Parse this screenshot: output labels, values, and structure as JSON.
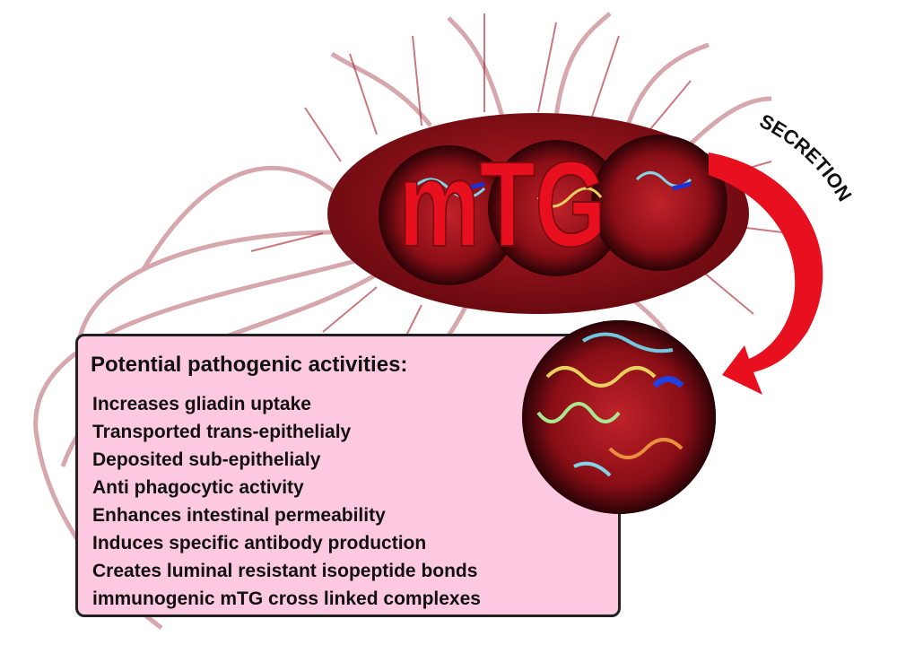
{
  "bacterium": {
    "label": "mTG"
  },
  "arrow": {
    "label": "SECRETION"
  },
  "panel": {
    "title": "Potential pathogenic activities:",
    "items": [
      "Increases gliadin uptake",
      "Transported trans-epithelialy",
      "Deposited sub-epithelialy",
      "Anti phagocytic activity",
      "Enhances intestinal permeability",
      "Induces specific antibody production",
      "Creates luminal resistant isopeptide bonds",
      "immunogenic mTG cross linked complexes"
    ]
  },
  "colors": {
    "accent": "#e8101e",
    "panel": "#fdc9e1",
    "body": "#9a0f18"
  }
}
